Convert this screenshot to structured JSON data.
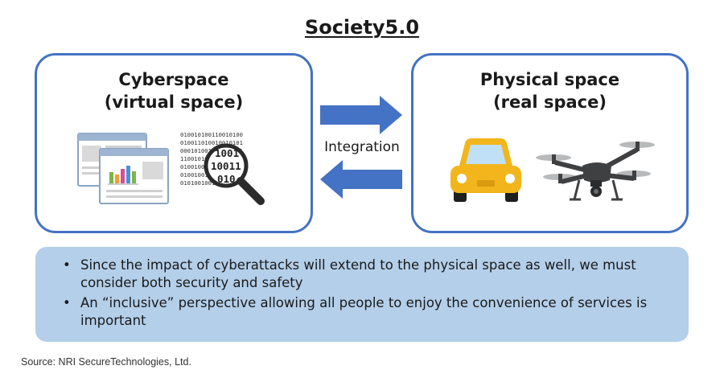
{
  "title": "Society5.0",
  "cyberspace": {
    "line1": "Cyberspace",
    "line2": "(virtual space)"
  },
  "physical": {
    "line1": "Physical space",
    "line2": "(real space)"
  },
  "integration_label": "Integration",
  "binary_rows": [
    "010010100110010100",
    "010011010010010101",
    "000101001110010101",
    "110010100101010100",
    "01001000111010110",
    "01001001011010101",
    "010100100100101"
  ],
  "magnifier_rows": [
    "1001",
    "10011",
    "010"
  ],
  "bullets": [
    "Since the impact of cyberattacks will extend to the physical space as well, we must consider both security and safety",
    "An “inclusive” perspective allowing all people to enjoy the convenience of services is important"
  ],
  "source": "Source: NRI SecureTechnologies, Ltd.",
  "colors": {
    "box_border": "#4472c4",
    "arrow": "#4472c4",
    "bullet_bg": "#b4cfe9",
    "car": "#f2b51c",
    "drone": "#3f4042"
  }
}
